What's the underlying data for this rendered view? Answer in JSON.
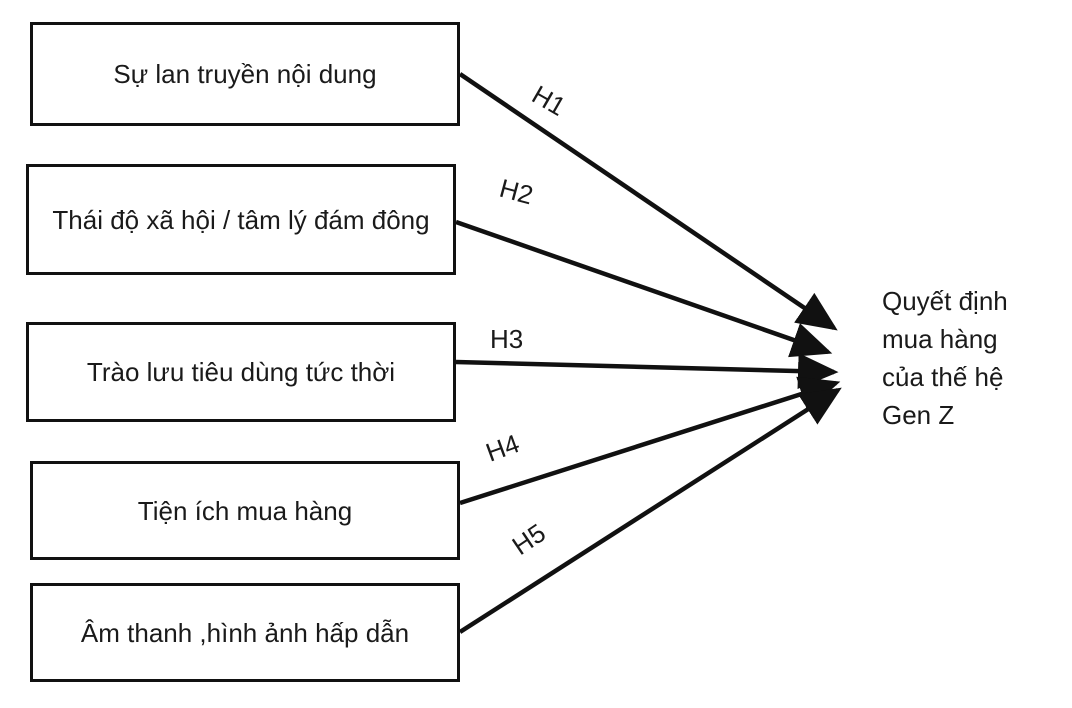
{
  "diagram": {
    "factors": [
      {
        "label": "Sự lan truyền nội dung"
      },
      {
        "label": "Thái độ xã hội / tâm lý đám đông"
      },
      {
        "label": "Trào lưu tiêu dùng tức thời"
      },
      {
        "label": "Tiện ích mua hàng"
      },
      {
        "label": "Âm thanh ,hình ảnh hấp dẫn"
      }
    ],
    "outcome": {
      "label": "Quyết định\nmua hàng\ncủa thế hệ\nGen Z"
    },
    "hypotheses": [
      {
        "label": "H1",
        "from": "factor-1"
      },
      {
        "label": "H2",
        "from": "factor-2"
      },
      {
        "label": "H3",
        "from": "factor-3"
      },
      {
        "label": "H4",
        "from": "factor-4"
      },
      {
        "label": "H5",
        "from": "factor-5"
      }
    ]
  }
}
